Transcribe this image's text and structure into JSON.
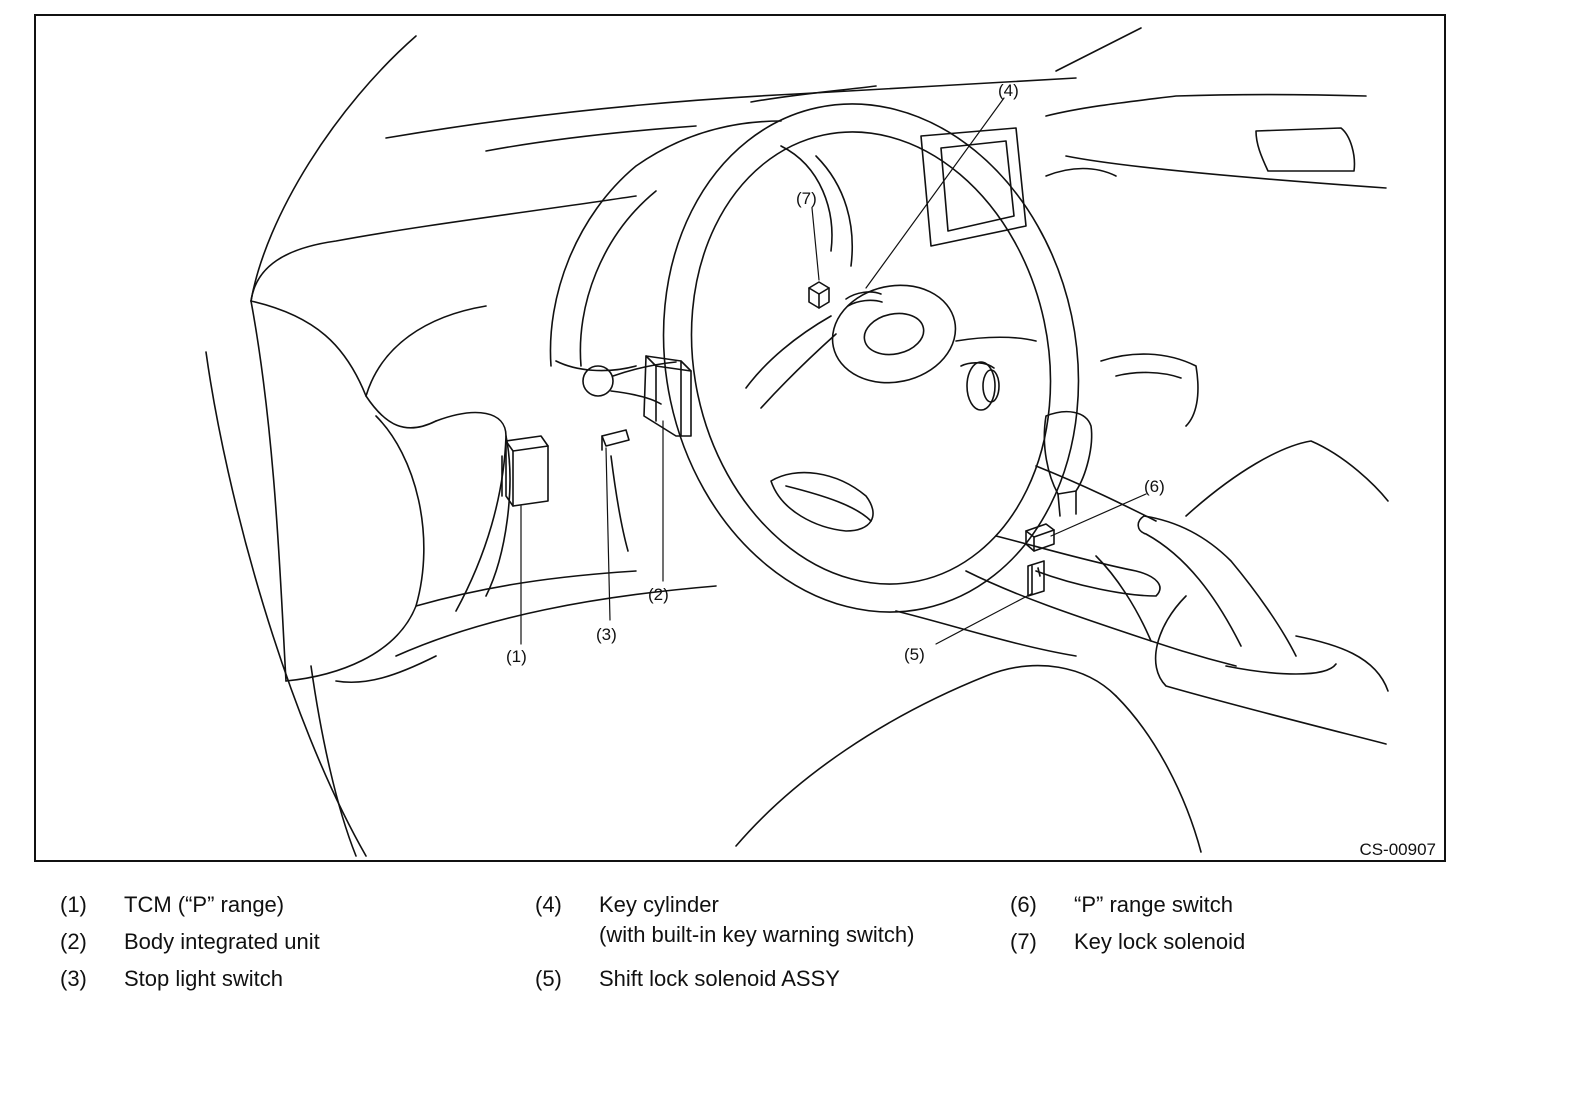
{
  "figure": {
    "figure_id": "CS-00907",
    "callouts": [
      "(1)",
      "(2)",
      "(3)",
      "(4)",
      "(5)",
      "(6)",
      "(7)"
    ]
  },
  "legend": [
    {
      "num": "(1)",
      "text": "TCM (“P” range)"
    },
    {
      "num": "(2)",
      "text": "Body integrated unit"
    },
    {
      "num": "(3)",
      "text": "Stop light switch"
    },
    {
      "num": "(4)",
      "text": "Key cylinder",
      "sub": "(with built-in key warning switch)"
    },
    {
      "num": "(5)",
      "text": "Shift lock solenoid ASSY"
    },
    {
      "num": "(6)",
      "text": "“P” range switch"
    },
    {
      "num": "(7)",
      "text": "Key lock solenoid"
    }
  ]
}
